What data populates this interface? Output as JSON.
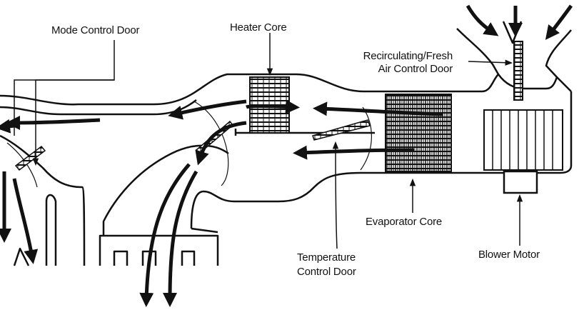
{
  "labels": {
    "mode_control_door": "Mode Control Door",
    "heater_core": "Heater Core",
    "recirc_line1": "Recirculating/Fresh",
    "recirc_line2": "Air Control Door",
    "evaporator_core": "Evaporator Core",
    "temp_line1": "Temperature",
    "temp_line2": "Control Door",
    "blower_motor": "Blower Motor"
  },
  "colors": {
    "ink": "#111111",
    "background": "#ffffff"
  }
}
